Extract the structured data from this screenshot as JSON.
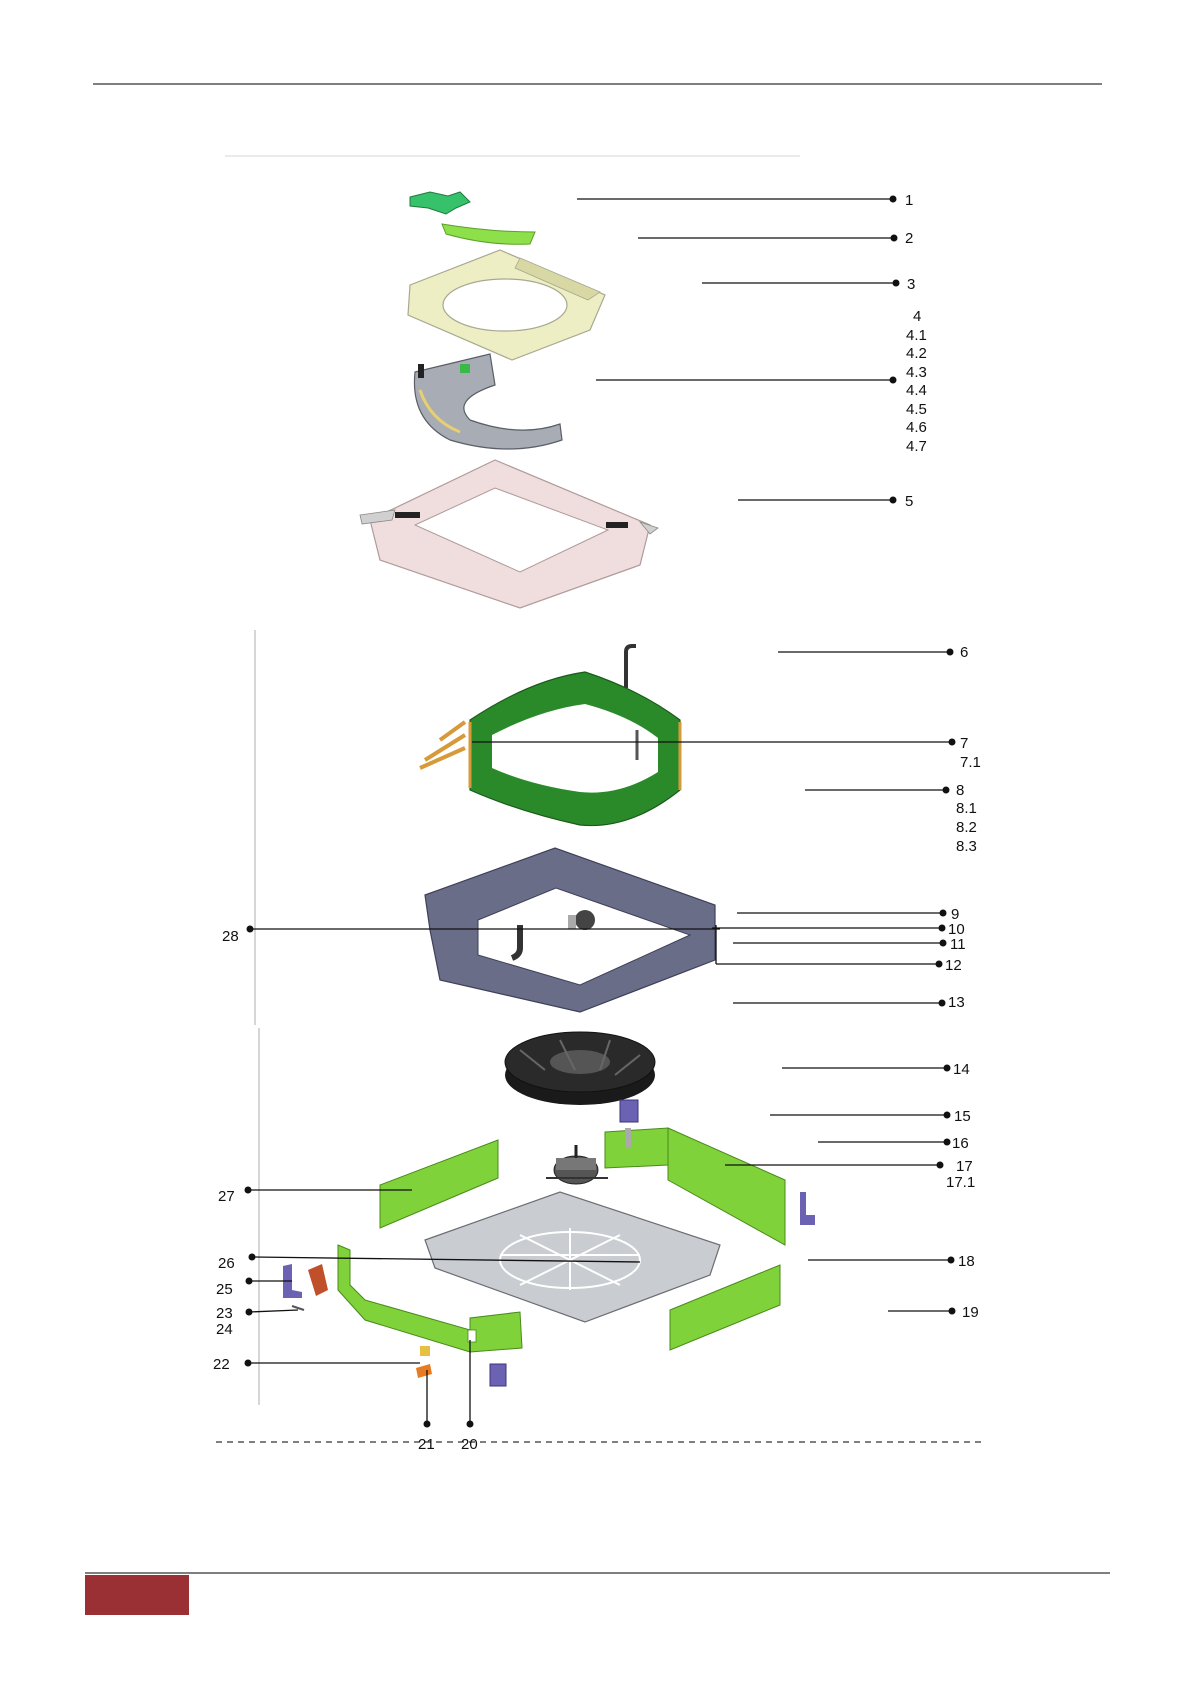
{
  "diagram": {
    "labels": {
      "p1": "1",
      "p2": "2",
      "p3": "3",
      "p4": "4",
      "p4_1": "4.1",
      "p4_2": "4.2",
      "p4_3": "4.3",
      "p4_4": "4.4",
      "p4_5": "4.5",
      "p4_6": "4.6",
      "p4_7": "4.7",
      "p5": "5",
      "p6": "6",
      "p7": "7",
      "p7_1": "7.1",
      "p8": "8",
      "p8_1": "8.1",
      "p8_2": "8.2",
      "p8_3": "8.3",
      "p9": "9",
      "p10": "10",
      "p11": "11",
      "p12": "12",
      "p13": "13",
      "p14": "14",
      "p15": "15",
      "p16": "16",
      "p17": "17",
      "p17_1": "17.1",
      "p18": "18",
      "p19": "19",
      "p20": "20",
      "p21": "21",
      "p22": "22",
      "p23": "23",
      "p24": "24",
      "p25": "25",
      "p26": "26",
      "p27": "27",
      "p28": "28"
    },
    "colors": {
      "bright_green": "#8ee04a",
      "dark_green": "#2a8a2a",
      "panel_cream": "#eeeec4",
      "frame_pink": "#f0dede",
      "housing_slate": "#6a6d88",
      "tray_gray": "#c9ccd0",
      "copper": "#d79a3a",
      "accent_purple": "#6b62b4",
      "footer_red": "#9b3034"
    }
  }
}
